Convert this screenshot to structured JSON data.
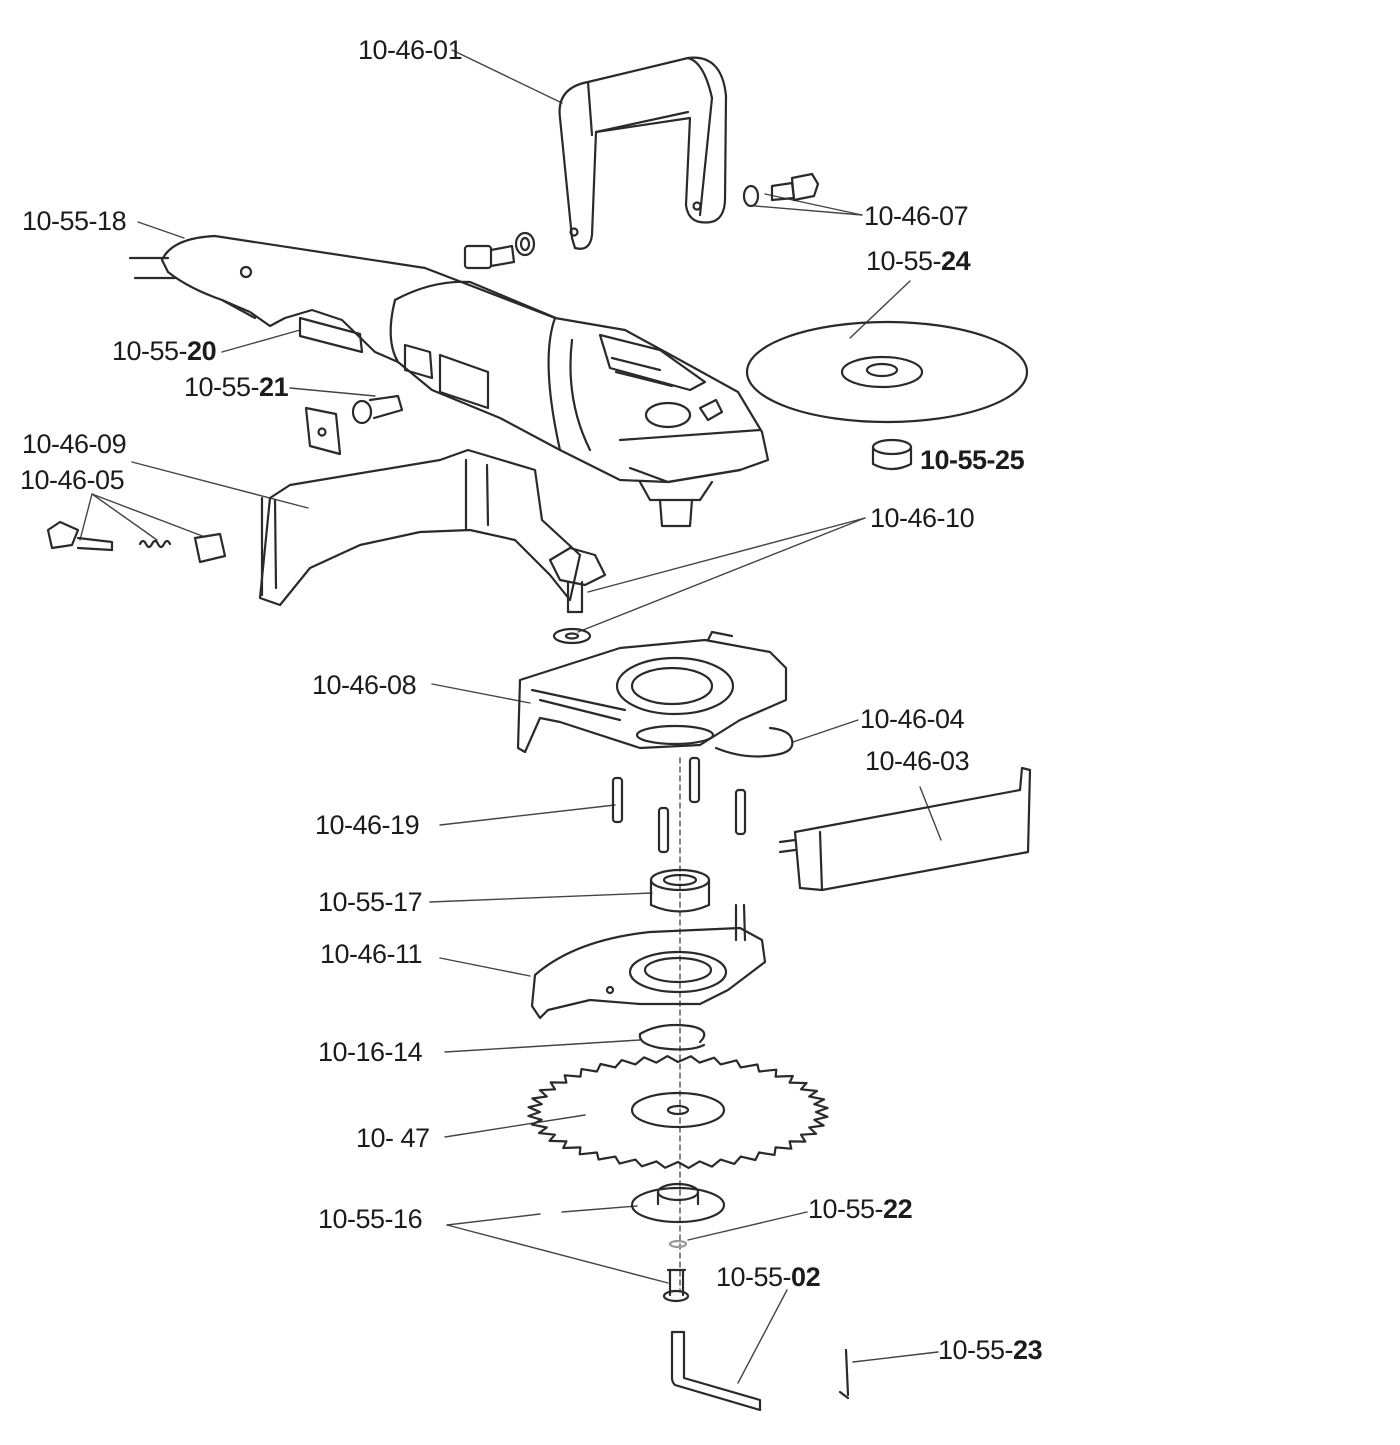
{
  "labels": [
    {
      "id": "10-46-01",
      "pre": "10-46-01",
      "bold": ""
    },
    {
      "id": "10-55-18",
      "pre": "10-55-18",
      "bold": ""
    },
    {
      "id": "10-46-07",
      "pre": "10-46-07",
      "bold": ""
    },
    {
      "id": "10-55-24",
      "pre": "10-55-",
      "bold": "24"
    },
    {
      "id": "10-55-20",
      "pre": "10-55-",
      "bold": "20"
    },
    {
      "id": "10-55-21",
      "pre": "10-55-",
      "bold": "21"
    },
    {
      "id": "10-55-25",
      "pre": "",
      "bold": "10-55-25"
    },
    {
      "id": "10-46-09",
      "pre": "10-46-09",
      "bold": ""
    },
    {
      "id": "10-46-05",
      "pre": "10-46-05",
      "bold": ""
    },
    {
      "id": "10-46-10",
      "pre": "10-46-10",
      "bold": ""
    },
    {
      "id": "10-46-08",
      "pre": "10-46-08",
      "bold": ""
    },
    {
      "id": "10-46-04",
      "pre": "10-46-04",
      "bold": ""
    },
    {
      "id": "10-46-03",
      "pre": "10-46-03",
      "bold": ""
    },
    {
      "id": "10-46-19",
      "pre": "10-46-19",
      "bold": ""
    },
    {
      "id": "10-55-17",
      "pre": "10-55-17",
      "bold": ""
    },
    {
      "id": "10-46-11",
      "pre": "10-46-11",
      "bold": ""
    },
    {
      "id": "10-16-14",
      "pre": "10-16-14",
      "bold": ""
    },
    {
      "id": "10-47",
      "pre": "10- 47",
      "bold": ""
    },
    {
      "id": "10-55-16",
      "pre": "10-55-16",
      "bold": ""
    },
    {
      "id": "10-55-22",
      "pre": "10-55-",
      "bold": "22"
    },
    {
      "id": "10-55-02",
      "pre": "10-55-",
      "bold": "02"
    },
    {
      "id": "10-55-23",
      "pre": "10-55-",
      "bold": "23"
    }
  ]
}
